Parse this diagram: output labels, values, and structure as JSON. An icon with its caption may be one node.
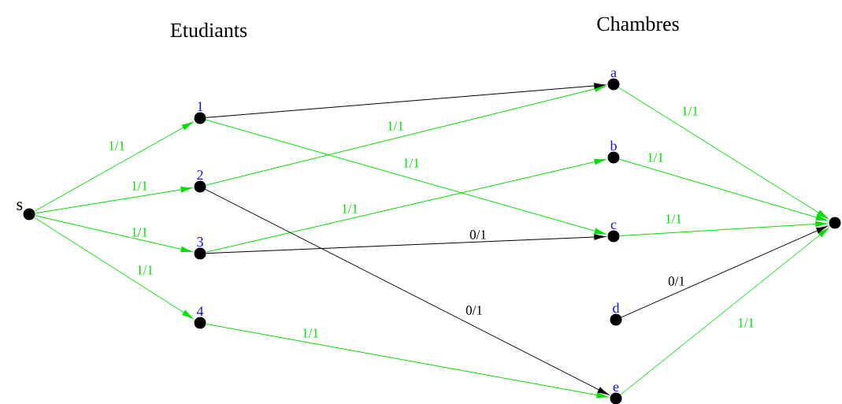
{
  "diagram": {
    "nodes": [
      {
        "text": [
          "s"
        ]
      },
      {
        "text": [
          "1"
        ]
      },
      {
        "text": [
          "2"
        ]
      },
      {
        "text": [
          "3"
        ]
      },
      {
        "text": [
          "4"
        ]
      },
      {
        "text": [
          "a"
        ]
      },
      {
        "text": [
          "b"
        ]
      },
      {
        "text": [
          "c"
        ]
      },
      {
        "text": [
          "d"
        ]
      },
      {
        "text": [
          "e"
        ]
      },
      {
        "text": [],
        "shape": "circle"
      }
    ],
    "edges": [
      {
        "from": 0,
        "to": 1,
        "arrow": "to",
        "label": "1/1"
      },
      {
        "from": 0,
        "to": 2,
        "arrow": "to",
        "label": "1/1"
      },
      {
        "from": 0,
        "to": 3,
        "arrow": "to",
        "label": "1/1"
      },
      {
        "from": 0,
        "to": 4,
        "arrow": "to",
        "label": "1/1"
      },
      {
        "from": 1,
        "to": 5,
        "arrow": "to",
        "color": "#000000"
      },
      {
        "from": 1,
        "to": 7,
        "arrow": "to",
        "label": "1/1"
      },
      {
        "from": 2,
        "to": 5,
        "arrow": "to",
        "label": "1/1"
      },
      {
        "from": 2,
        "to": 9,
        "arrow": "to",
        "label": "0/1",
        "color": "#000000"
      },
      {
        "from": 3,
        "to": 6,
        "arrow": "to",
        "label": "1/1"
      },
      {
        "from": 3,
        "to": 7,
        "arrow": "to",
        "label": "0/1",
        "color": "#000000"
      },
      {
        "from": 4,
        "to": 9,
        "arrow": "to",
        "label": "1/1"
      },
      {
        "from": 5,
        "to": 10,
        "arrow": "to",
        "label": "1/1"
      },
      {
        "from": 6,
        "to": 10,
        "arrow": "to",
        "label": "1/1"
      },
      {
        "from": 7,
        "to": 10,
        "arrow": "to",
        "label": "1/1"
      },
      {
        "from": 8,
        "to": 10,
        "arrow": "to",
        "label": "0/1",
        "color": "#000000"
      },
      {
        "from": 9,
        "to": 10,
        "arrow": "to",
        "label": "1/1"
      }
    ],
    "labels": [
      "Etudiants",
      "Chambres"
    ]
  }
}
